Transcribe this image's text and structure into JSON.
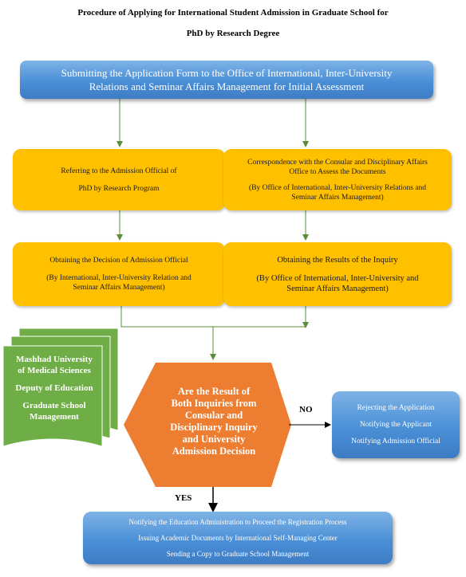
{
  "title": {
    "line1": "Procedure of Applying for International Student Admission in Graduate School for",
    "line2": "PhD by Research Degree"
  },
  "top_box": {
    "line1": "Submitting the Application Form to the Office of International, Inter-University",
    "line2": "Relations and Seminar Affairs Management for Initial Assessment"
  },
  "left_box1": {
    "line1": "Referring to the Admission Official of",
    "line2": "PhD by Research Program"
  },
  "right_box1": {
    "line1": "Correspondence with the Consular and Disciplinary Affairs",
    "line2": "Office to Assess the Documents",
    "line3": "(By Office of International, Inter-University Relations and",
    "line4": "Seminar Affairs Management)"
  },
  "left_box2": {
    "line1": "Obtaining the Decision of Admission Official",
    "line2": "(By International, Inter-University Relation and",
    "line3": "Seminar Affairs Management)"
  },
  "right_box2": {
    "line1": "Obtaining the Results of the Inquiry",
    "line2": "(By Office of International, Inter-University and",
    "line3": "Seminar Affairs Management)"
  },
  "documents": {
    "line1": "Mashhad University",
    "line2": "of Medical Sciences",
    "line3": "Deputy of Education",
    "line4": "Graduate School",
    "line5": "Management"
  },
  "decision": {
    "line1": "Are the Result of",
    "line2": "Both Inquiries from",
    "line3": "Consular and",
    "line4": "Disciplinary Inquiry",
    "line5": "and University",
    "line6": "Admission Decision"
  },
  "no_label": "NO",
  "yes_label": "YES",
  "reject_box": {
    "line1": "Rejecting the Application",
    "line2": "Notifying the Applicant",
    "line3": "Notifying Admission Official"
  },
  "final_box": {
    "line1": "Notifying the Education Administration to Proceed the Registration Process",
    "line2": "Issuing Academic Documents by International Self-Managing Center",
    "line3": "Sending a Copy to Graduate School Management"
  },
  "colors": {
    "blue": "#4a8fd6",
    "yellow": "#ffc000",
    "green": "#70ad47",
    "orange": "#ed7d31",
    "connector": "#5b8c3a"
  }
}
